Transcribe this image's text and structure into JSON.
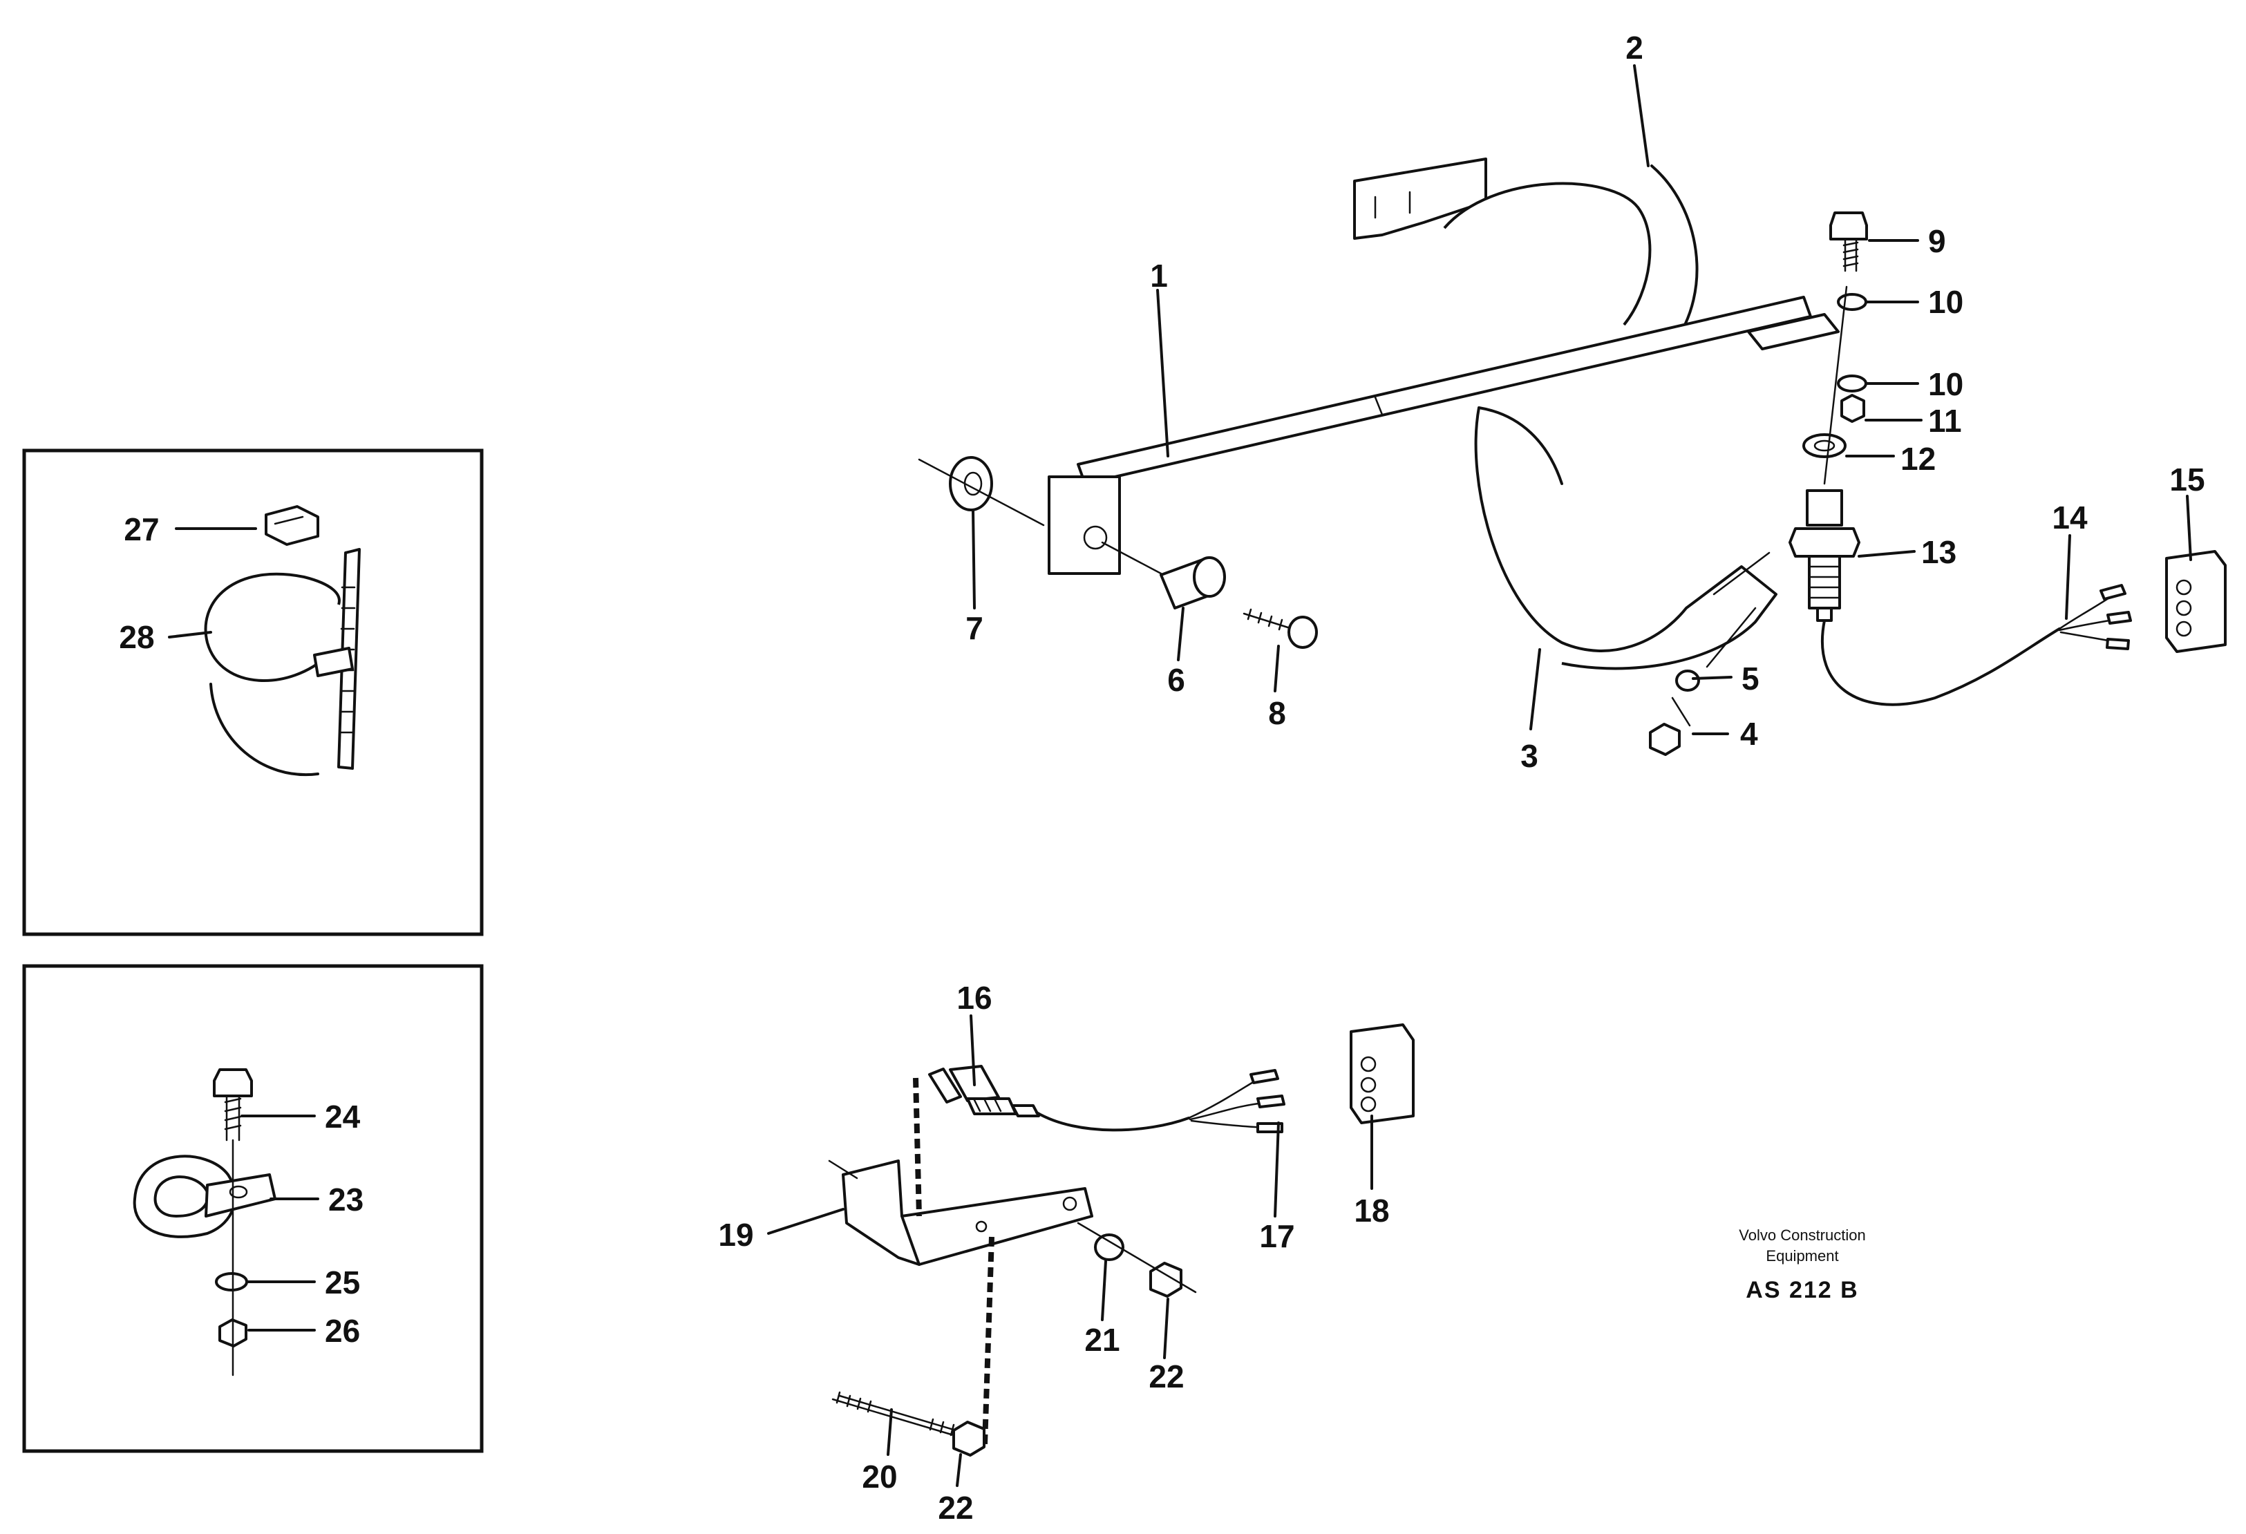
{
  "labels": {
    "l1": "1",
    "l2": "2",
    "l3": "3",
    "l4": "4",
    "l5": "5",
    "l6": "6",
    "l7": "7",
    "l8": "8",
    "l9": "9",
    "l10a": "10",
    "l10b": "10",
    "l11": "11",
    "l12": "12",
    "l13": "13",
    "l14": "14",
    "l15": "15",
    "l16": "16",
    "l17": "17",
    "l18": "18",
    "l19": "19",
    "l20": "20",
    "l21": "21",
    "l22a": "22",
    "l22b": "22",
    "l23": "23",
    "l24": "24",
    "l25": "25",
    "l26": "26",
    "l27": "27",
    "l28": "28"
  },
  "caption": {
    "line1": "Volvo Construction",
    "line2": "Equipment",
    "code": "AS 212  B"
  }
}
